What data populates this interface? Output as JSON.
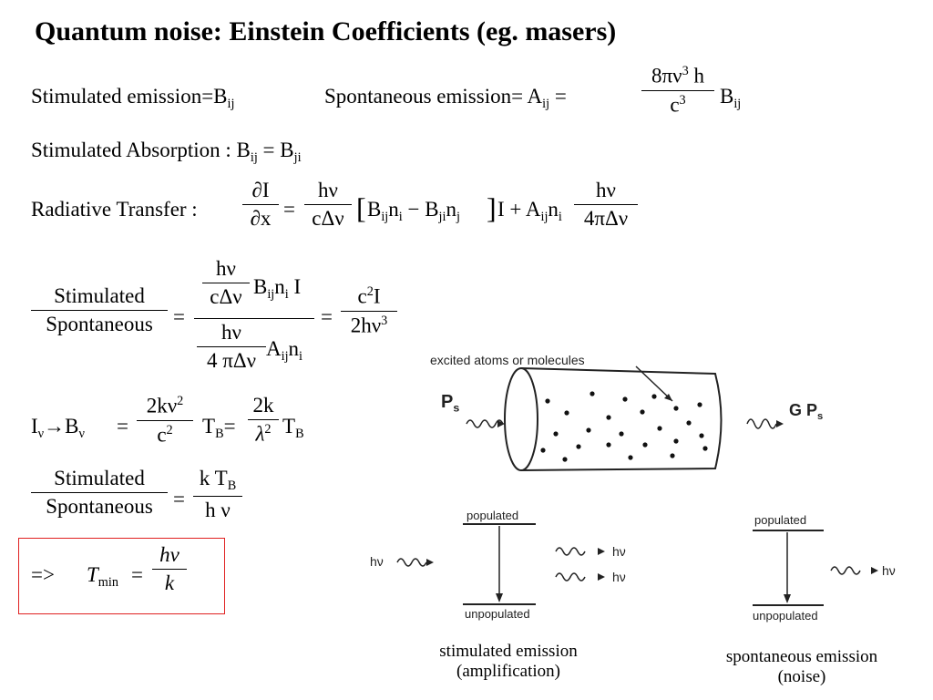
{
  "title": "Quantum noise: Einstein Coefficients (eg. masers)",
  "eq1": {
    "stim_label": "Stimulated emission=B",
    "ij": "ij",
    "spont_label": "Spontaneous emission= A",
    "eq_sign": "=",
    "num": "8πν",
    "cube": "3",
    "h": " h",
    "den": "c",
    "b": "B"
  },
  "eq2": {
    "label": "Stimulated Absorption : B",
    "ij": "ij",
    "mid": " = B",
    "ji": "ji"
  },
  "eq3": {
    "label": "Radiative Transfer :",
    "dI": "∂I",
    "dx": "∂x",
    "eq": "=",
    "hv": "hν",
    "cdv": "cΔν",
    "bracket_open": "[",
    "bracket_close": "]",
    "b": "B",
    "ij": "ij",
    "n": "n",
    "i": "i",
    "minus": " − B",
    "ji": "ji",
    "j": "j",
    "tail": "I + A",
    "hv2": "hν",
    "four_pi_dv": "4πΔν"
  },
  "eq4": {
    "stimulated": "Stimulated",
    "spontaneous": "Spontaneous",
    "eq": "=",
    "hv": "hν",
    "cdv": "cΔν",
    "b": "B",
    "ij": "ij",
    "n": "n",
    "i": "i",
    "I": " I",
    "hv2": "hν",
    "four_pi_dv": "4 πΔν",
    "a": "A",
    "eq2": "=",
    "c2I": "c",
    "sq": "2",
    "I2": "I",
    "twoh": "2hν",
    "cube": "3"
  },
  "eq5": {
    "Inu": "I",
    "nu_sub": "ν",
    "arrow": "→B",
    "eq": "=",
    "twok": "2kν",
    "sq": "2",
    "c2": "c",
    "T": "T",
    "B_sub": "B",
    "eq2": "=",
    "twok2": "2k",
    "lambda": "λ"
  },
  "eq6": {
    "stimulated": "Stimulated",
    "spontaneous": "Spontaneous",
    "eq": "=",
    "kT": "k T",
    "B_sub": "B",
    "hv": "h ν"
  },
  "eq7": {
    "implies": "=>",
    "T": "T",
    "min": "min",
    "eq": "=",
    "hv": "hν",
    "k": "k"
  },
  "figure_top": {
    "label": "excited atoms or molecules",
    "ps": "P",
    "s_sub": "s",
    "gps": "G P",
    "gps_sub": "s"
  },
  "figure_left": {
    "populated": "populated",
    "unpopulated": "unpopulated",
    "hv_in": "hν",
    "hv_out1": "hν",
    "hv_out2": "hν",
    "caption1": "stimulated emission",
    "caption2": "(amplification)"
  },
  "figure_right": {
    "populated": "populated",
    "unpopulated": "unpopulated",
    "hv_out": "hν",
    "caption1": "spontaneous emission",
    "caption2": "(noise)"
  },
  "colors": {
    "box_border": "#e02020",
    "text": "#000000"
  }
}
